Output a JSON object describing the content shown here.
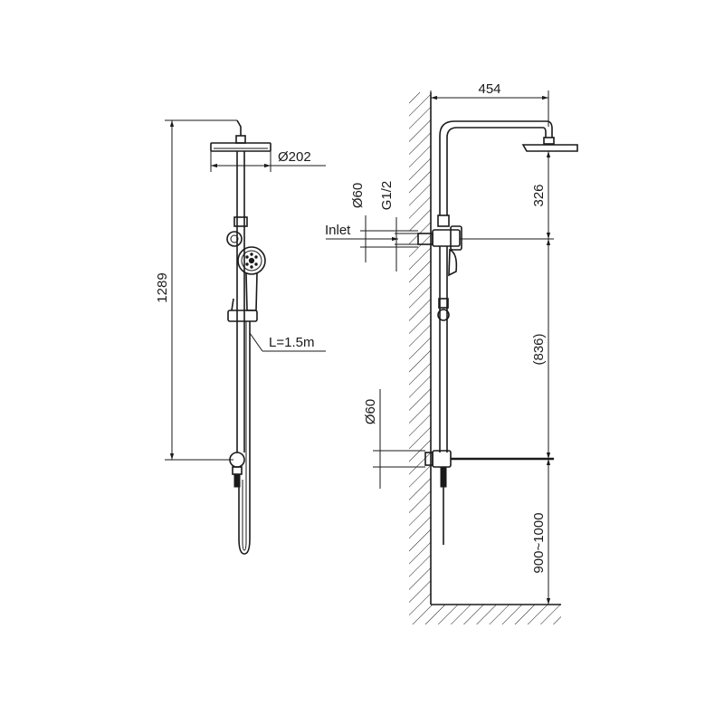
{
  "front_view": {
    "head_diameter": "Ø202",
    "total_height": "1289",
    "hose_length": "L=1.5m"
  },
  "side_view": {
    "arm_reach": "454",
    "head_drop": "326",
    "rail_spacing": "(836)",
    "floor_height": "900~1000",
    "top_bracket_diameter": "Ø60",
    "bottom_bracket_diameter": "Ø60",
    "thread_size": "G1/2",
    "inlet_label": "Inlet"
  }
}
